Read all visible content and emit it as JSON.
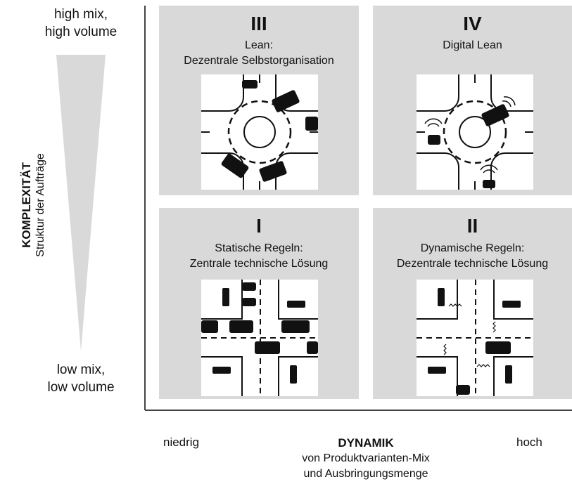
{
  "top_left": {
    "line1": "high mix,",
    "line2": "high volume"
  },
  "bottom_left": {
    "line1": "low mix,",
    "line2": "low volume"
  },
  "y_axis": {
    "title": "KOMPLEXITÄT",
    "subtitle": "Struktur der Aufträge"
  },
  "x_axis": {
    "low": "niedrig",
    "high": "hoch",
    "title": "DYNAMIK",
    "subtitle_line1": "von Produktvarianten-Mix",
    "subtitle_line2": "und Ausbringungsmenge"
  },
  "quadrants": {
    "q3": {
      "numeral": "III",
      "line1": "Lean:",
      "line2": "Dezentrale Selbstorganisation"
    },
    "q4": {
      "numeral": "IV",
      "line1": "Digital Lean",
      "line2": ""
    },
    "q1": {
      "numeral": "I",
      "line1": "Statische Regeln:",
      "line2": "Zentrale technische Lösung"
    },
    "q2": {
      "numeral": "II",
      "line1": "Dynamische Regeln:",
      "line2": "Dezentrale technische Lösung"
    }
  },
  "colors": {
    "panel": "#d9d9d9",
    "axis": "#444444",
    "wedge": "#d9d9d9",
    "ink": "#111111"
  }
}
